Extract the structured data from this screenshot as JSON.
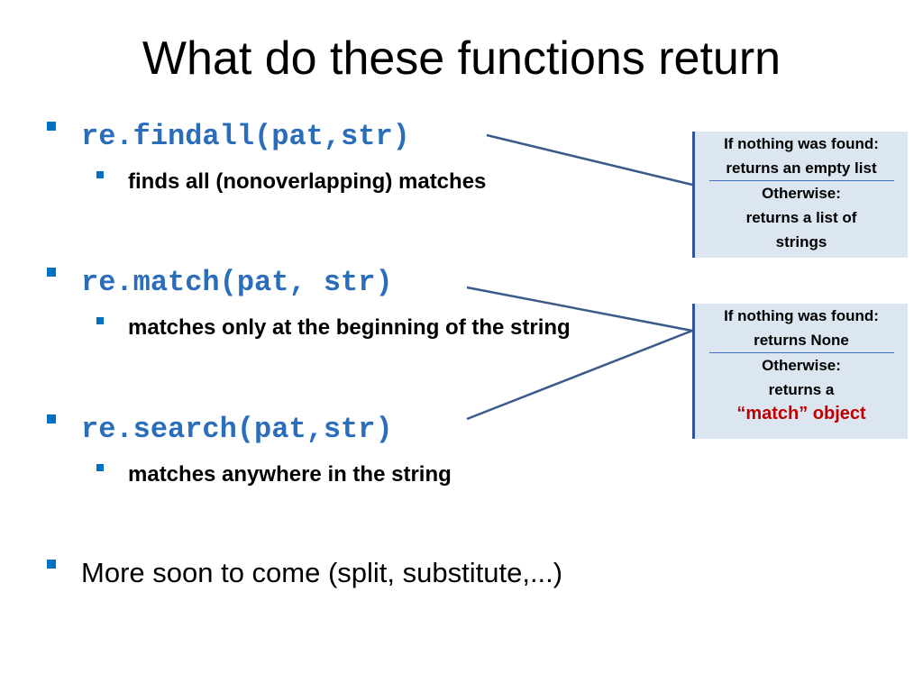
{
  "title": "What do these functions return",
  "bullets": [
    {
      "code": "re.findall(pat,str)",
      "sub": "finds all (nonoverlapping) matches"
    },
    {
      "code": "re.match(pat, str)",
      "sub": "matches only at the beginning of the string"
    },
    {
      "code": "re.search(pat,str)",
      "sub": "matches anywhere in the string"
    },
    {
      "text": "More soon to come (split, substitute,...)"
    }
  ],
  "callouts": [
    {
      "line1": "If nothing was found:",
      "line2": "returns an empty list",
      "line3": "Otherwise:",
      "line4": "returns a list of",
      "line5": "strings"
    },
    {
      "line1": "If nothing was found:",
      "line2": "returns None",
      "line3": "Otherwise:",
      "line4": "returns a",
      "line5": "“match” object"
    }
  ],
  "colors": {
    "code": "#2a6ebb",
    "bullet": "#0070c0",
    "callout_bg": "#dce6f1",
    "highlight": "#c00000",
    "connector": "#3a5a8a"
  }
}
